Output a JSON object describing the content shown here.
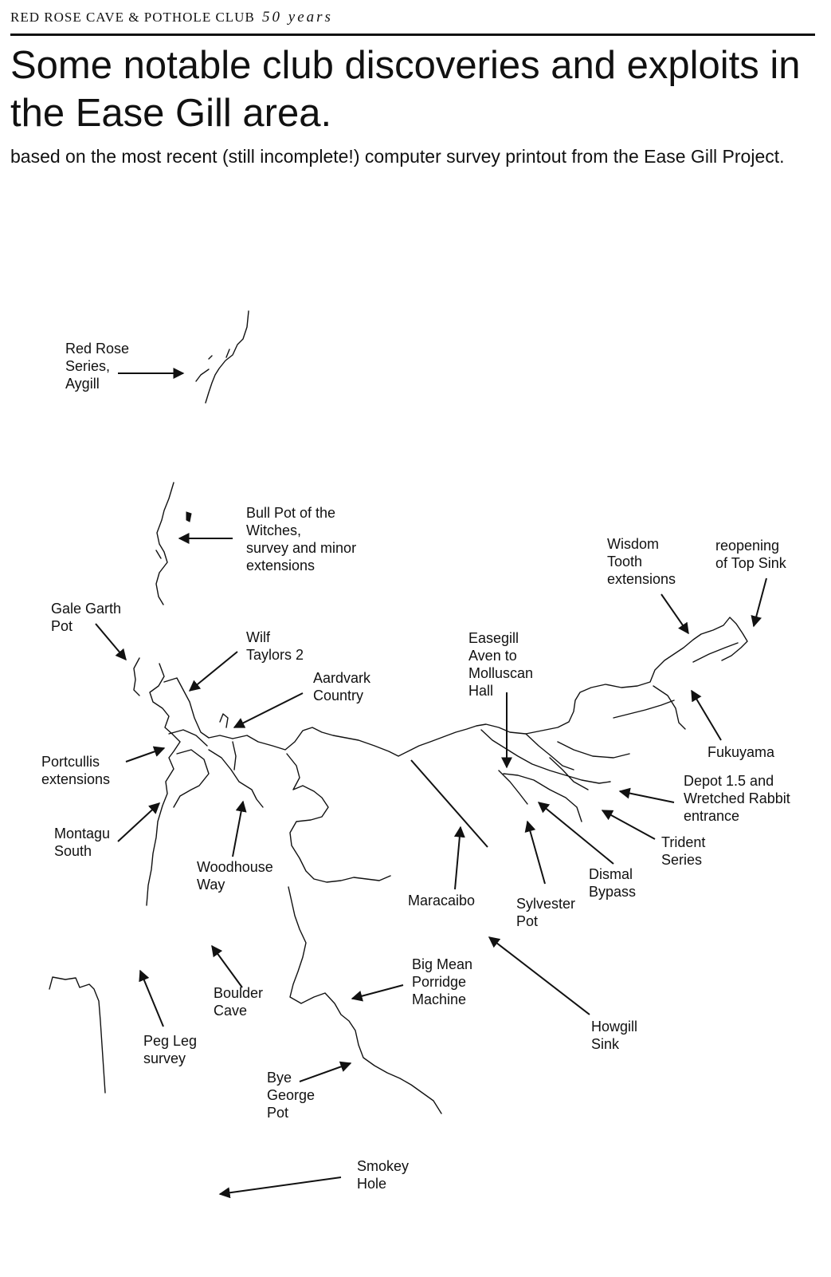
{
  "header": {
    "club": "RED ROSE CAVE & POTHOLE CLUB",
    "years": "50 years"
  },
  "title": "Some notable club discoveries and exploits in the Ease Gill area.",
  "subtitle": "based on the most recent (still incomplete!) computer survey printout from the Ease Gill Project.",
  "labels": {
    "red_rose_series": "Red Rose\nSeries,\nAygill",
    "bull_pot": "Bull Pot of the\nWitches,\nsurvey and minor\nextensions",
    "gale_garth": "Gale Garth\nPot",
    "wilf_taylors": "Wilf\nTaylors 2",
    "aardvark": "Aardvark\nCountry",
    "easegill_aven": "Easegill\nAven to\nMolluscan\nHall",
    "wisdom_tooth": "Wisdom\nTooth\nextensions",
    "top_sink": "reopening\nof Top Sink",
    "fukuyama": "Fukuyama",
    "depot": "Depot 1.5 and\nWretched Rabbit\nentrance",
    "trident": "Trident\nSeries",
    "dismal": "Dismal\nBypass",
    "sylvester": "Sylvester\nPot",
    "maracaibo": "Maracaibo",
    "portcullis": "Portcullis\nextensions",
    "montagu": "Montagu\nSouth",
    "woodhouse": "Woodhouse\nWay",
    "boulder": "Boulder\nCave",
    "peg_leg": "Peg Leg\nsurvey",
    "big_mean": "Big Mean\nPorridge\nMachine",
    "howgill": "Howgill\nSink",
    "bye_george": "Bye\nGeorge\nPot",
    "smokey": "Smokey\nHole"
  }
}
